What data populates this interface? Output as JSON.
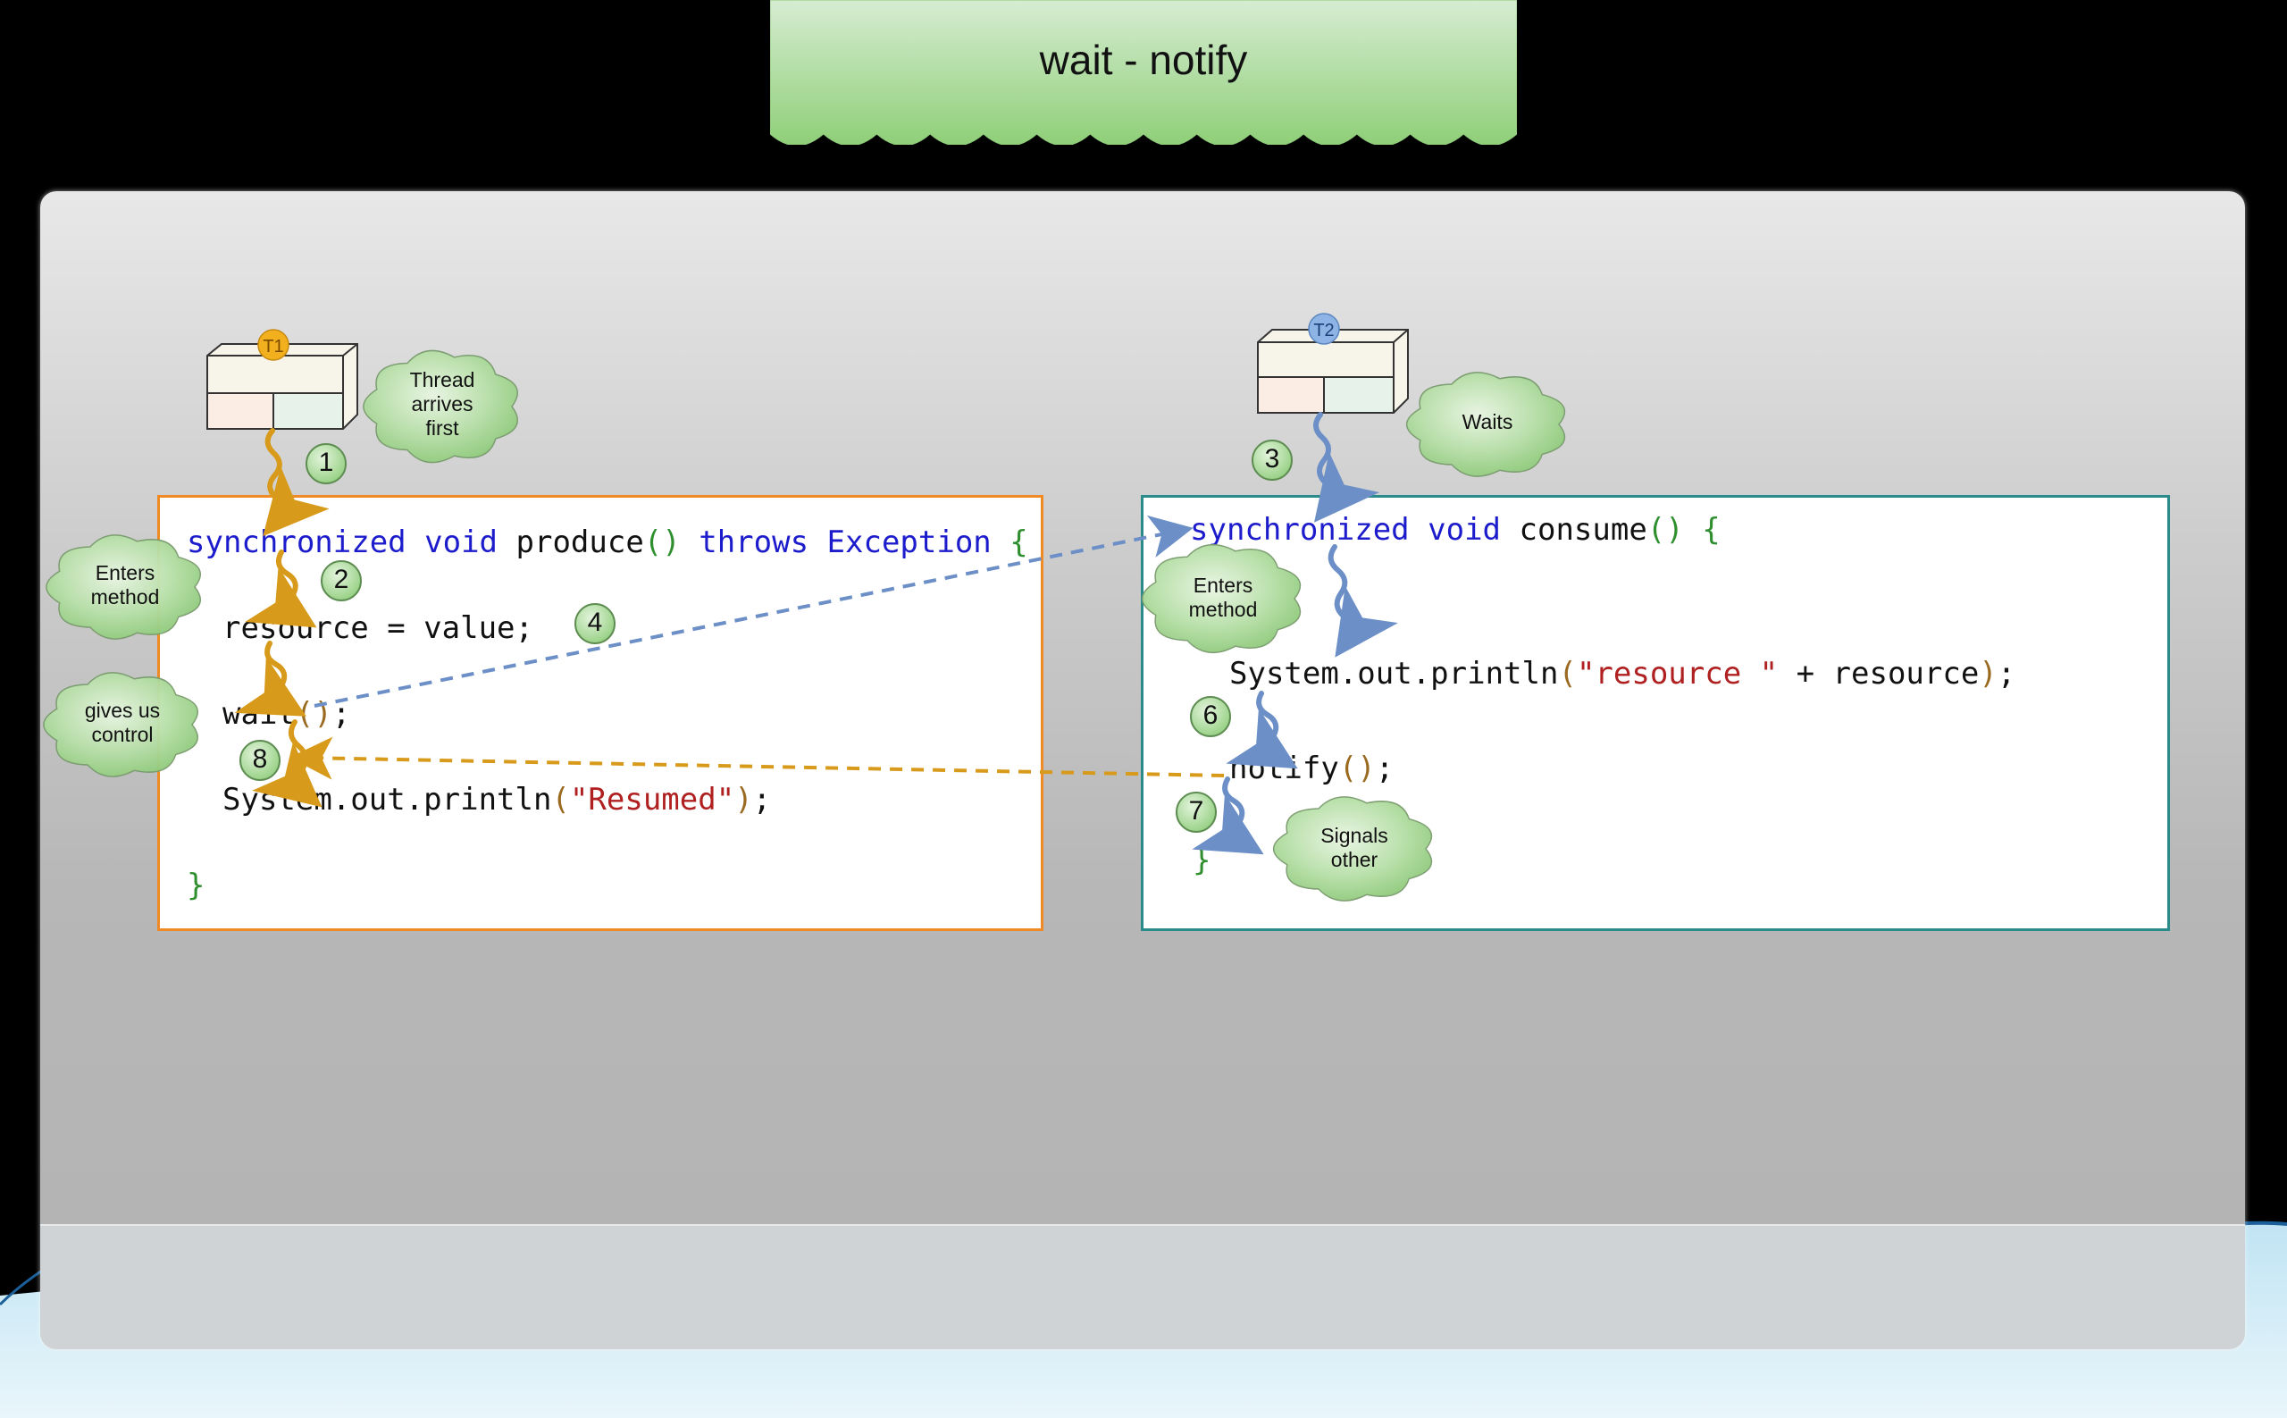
{
  "title": "wait - notify",
  "threads": {
    "t1": {
      "label": "T1",
      "color": "#f2b01e"
    },
    "t2": {
      "label": "T2",
      "color": "#7fa7dc"
    }
  },
  "producer": {
    "line1": {
      "kw1": "synchronized",
      "kw2": "void",
      "name": "produce",
      "parens": "()",
      "kw3": "throws",
      "kw4": "Exception",
      "brace": "{"
    },
    "line2": "resource = value;",
    "line3": {
      "name": "wait",
      "parens": "()",
      "end": ";"
    },
    "line4": {
      "prefix": "System.out.println",
      "open": "(",
      "str": "\"Resumed\"",
      "close": ")",
      "end": ";"
    },
    "close_brace": "}"
  },
  "consumer": {
    "line1": {
      "kw1": "synchronized",
      "kw2": "void",
      "name": "consume",
      "parens": "()",
      "brace": "{"
    },
    "line2": {
      "prefix": "System.out.println",
      "open": "(",
      "str": "\"resource \"",
      "rest": " + resource",
      "close": ")",
      "end": ";"
    },
    "line3": {
      "name": "notify",
      "parens": "()",
      "end": ";"
    },
    "close_brace": "}"
  },
  "clouds": {
    "thread_arrives_first": [
      "Thread",
      "arrives",
      "first"
    ],
    "enters_method_left": [
      "Enters",
      "method"
    ],
    "gives_us_control": [
      "gives us",
      "control"
    ],
    "waits": [
      "Waits"
    ],
    "enters_method_right": [
      "Enters",
      "method"
    ],
    "signals_other": [
      "Signals",
      "other"
    ]
  },
  "steps": [
    "1",
    "2",
    "3",
    "4",
    "6",
    "7",
    "8"
  ],
  "colors": {
    "producer_border": "#f08a24",
    "consumer_border": "#2a8b8b",
    "t1_arrow": "#d89a1a",
    "t2_arrow": "#6b8fc6",
    "keyword": "#1c1ccc",
    "string": "#b02020",
    "badge_fill": "#a9d89a",
    "cloud_fill": "#a7d597"
  }
}
